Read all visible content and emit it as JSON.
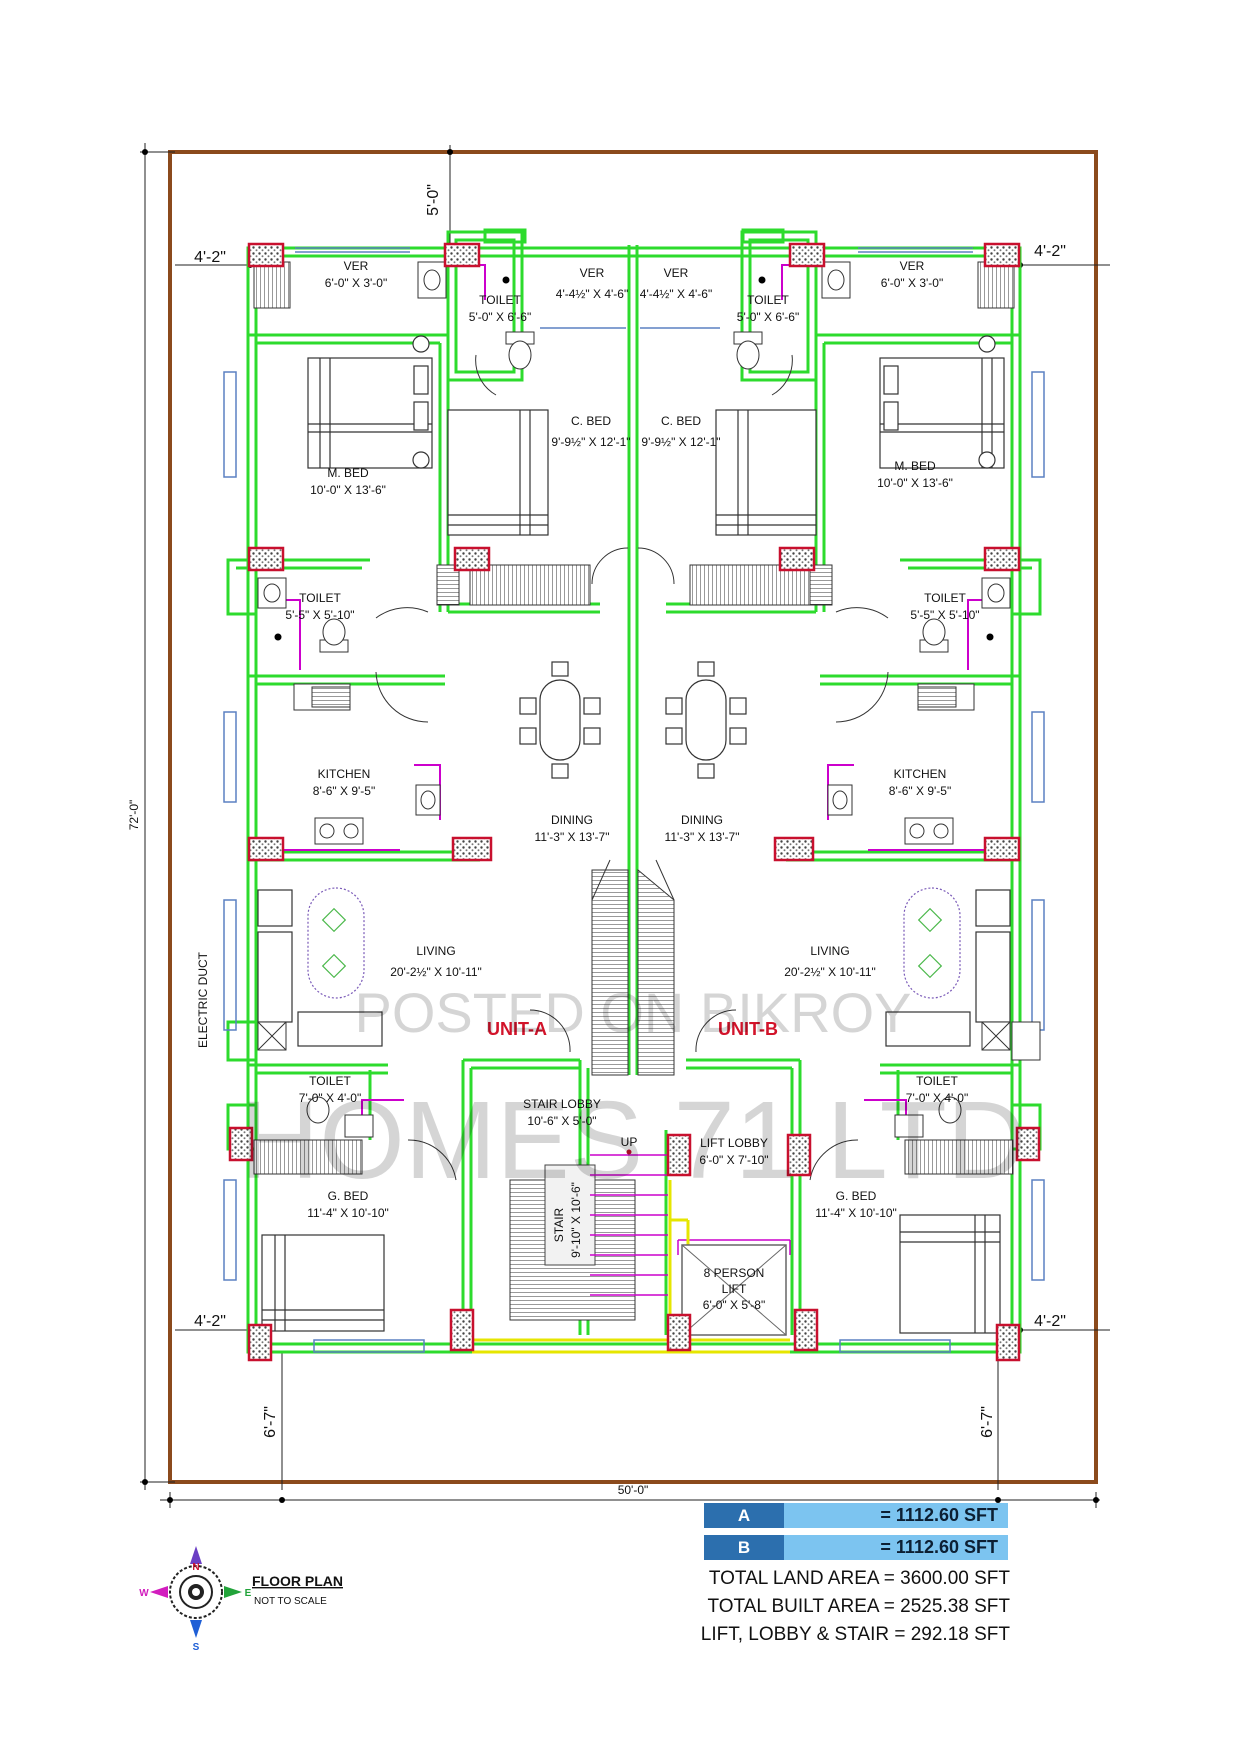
{
  "dims": {
    "top_setback": "5'-0\"",
    "left_side": "4'-2\"",
    "right_side": "4'-2\"",
    "left_bottom": "4'-2\"",
    "right_bottom": "4'-2\"",
    "depth": "72'-0\"",
    "width": "50'-0\"",
    "front_left": "6'-7\"",
    "front_right": "6'-7\""
  },
  "unit_a": {
    "name": "UNIT-A",
    "ver1_name": "VER",
    "ver1_size": "6'-0\" X 3'-0\"",
    "toilet1_name": "TOILET",
    "toilet1_size": "5'-0\" X 6'-6\"",
    "ver2_name": "VER",
    "ver2_size": "4'-4½\" X 4'-6\"",
    "mbed_name": "M. BED",
    "mbed_size": "10'-0\" X 13'-6\"",
    "cbed_name": "C. BED",
    "cbed_size": "9'-9½\" X 12'-1\"",
    "toilet2_name": "TOILET",
    "toilet2_size": "5'-5\" X 5'-10\"",
    "kitchen_name": "KITCHEN",
    "kitchen_size": "8'-6\" X 9'-5\"",
    "dining_name": "DINING",
    "dining_size": "11'-3\" X 13'-7\"",
    "living_name": "LIVING",
    "living_size": "20'-2½\" X 10'-11\"",
    "toilet3_name": "TOILET",
    "toilet3_size": "7'-0\" X 4'-0\"",
    "gbed_name": "G. BED",
    "gbed_size": "11'-4\" X 10'-10\""
  },
  "unit_b": {
    "name": "UNIT-B",
    "ver1_name": "VER",
    "ver1_size": "6'-0\" X 3'-0\"",
    "toilet1_name": "TOILET",
    "toilet1_size": "5'-0\" X 6'-6\"",
    "ver2_name": "VER",
    "ver2_size": "4'-4½\" X 4'-6\"",
    "mbed_name": "M. BED",
    "mbed_size": "10'-0\" X 13'-6\"",
    "cbed_name": "C. BED",
    "cbed_size": "9'-9½\" X 12'-1\"",
    "toilet2_name": "TOILET",
    "toilet2_size": "5'-5\" X 5'-10\"",
    "kitchen_name": "KITCHEN",
    "kitchen_size": "8'-6\" X 9'-5\"",
    "dining_name": "DINING",
    "dining_size": "11'-3\" X 13'-7\"",
    "living_name": "LIVING",
    "living_size": "20'-2½\" X 10'-11\"",
    "toilet3_name": "TOILET",
    "toilet3_size": "7'-0\" X 4'-0\"",
    "gbed_name": "G. BED",
    "gbed_size": "11'-4\" X 10'-10\""
  },
  "core": {
    "electric_duct": "ELECTRIC DUCT",
    "stair_lobby_name": "STAIR LOBBY",
    "stair_lobby_size": "10'-6\" X 5'-0\"",
    "lift_lobby_name": "LIFT LOBBY",
    "lift_lobby_size": "6'-0\" X 7'-10\"",
    "up": "UP",
    "stair": "STAIR",
    "stair_size": "9'-10\" X 10'-6\"",
    "lift_capacity": "8 PERSON",
    "lift_name": "LIFT",
    "lift_size": "6'-0\" X 5'-8\""
  },
  "watermark": {
    "line1": "POSTED ON BIKROY",
    "line2": "HOMES 71 LTD"
  },
  "compass": {
    "n": "N",
    "s": "S",
    "e": "E",
    "w": "W"
  },
  "title": {
    "main": "FLOOR PLAN",
    "sub": "NOT TO SCALE"
  },
  "areas": {
    "a_label": "A",
    "a_value": "=   1112.60 SFT",
    "b_label": "B",
    "b_value": "=   1112.60 SFT",
    "land": "TOTAL LAND AREA = 3600.00 SFT",
    "built": "TOTAL BUILT AREA = 2525.38 SFT",
    "core": "LIFT, LOBBY & STAIR  =    292.18 SFT"
  },
  "colors": {
    "boundary": "#8b4a1c",
    "wall": "#2ddb2d",
    "column": "#c8102e",
    "fixture": "#cc00cc",
    "lift": "#e6e600",
    "unit_label": "#d2132a",
    "area_key": "#2c6fae",
    "area_value": "#7cc4f0"
  }
}
